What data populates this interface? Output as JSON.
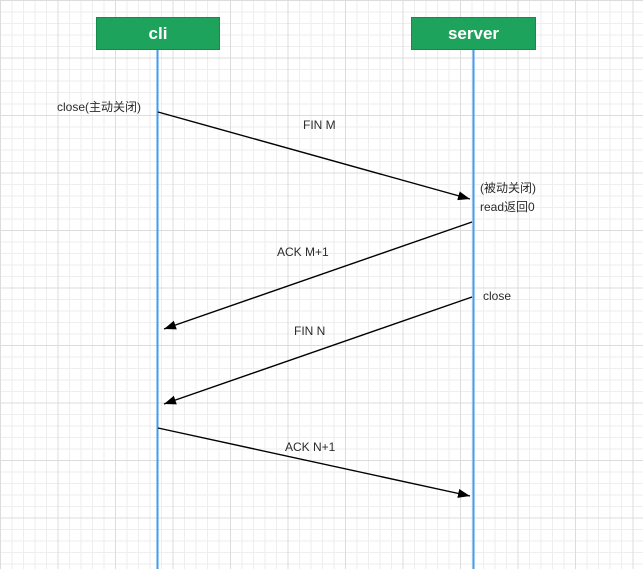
{
  "diagram": {
    "type": "sequence",
    "title_implied": "TCP four-way close handshake",
    "actors": [
      {
        "id": "cli",
        "label": "cli"
      },
      {
        "id": "server",
        "label": "server"
      }
    ],
    "messages": [
      {
        "label": "FIN M",
        "from": "cli",
        "to": "server"
      },
      {
        "label": "ACK M+1",
        "from": "server",
        "to": "cli"
      },
      {
        "label": "FIN N",
        "from": "server",
        "to": "cli"
      },
      {
        "label": "ACK N+1",
        "from": "cli",
        "to": "server"
      }
    ],
    "annotations": [
      {
        "id": "client-close",
        "label": "close(主动关闭)"
      },
      {
        "id": "passive-close",
        "label": "(被动关闭)"
      },
      {
        "id": "read-return",
        "label": "read返回0"
      },
      {
        "id": "server-close",
        "label": "close"
      }
    ],
    "colors": {
      "actor_fill": "#1ea35c",
      "actor_border": "#148a4b",
      "actor_text": "#ffffff",
      "lifeline": "#3d9df2",
      "arrow": "#000000",
      "grid_minor": "#eeeeee",
      "grid_major": "#dcdcdc"
    }
  }
}
